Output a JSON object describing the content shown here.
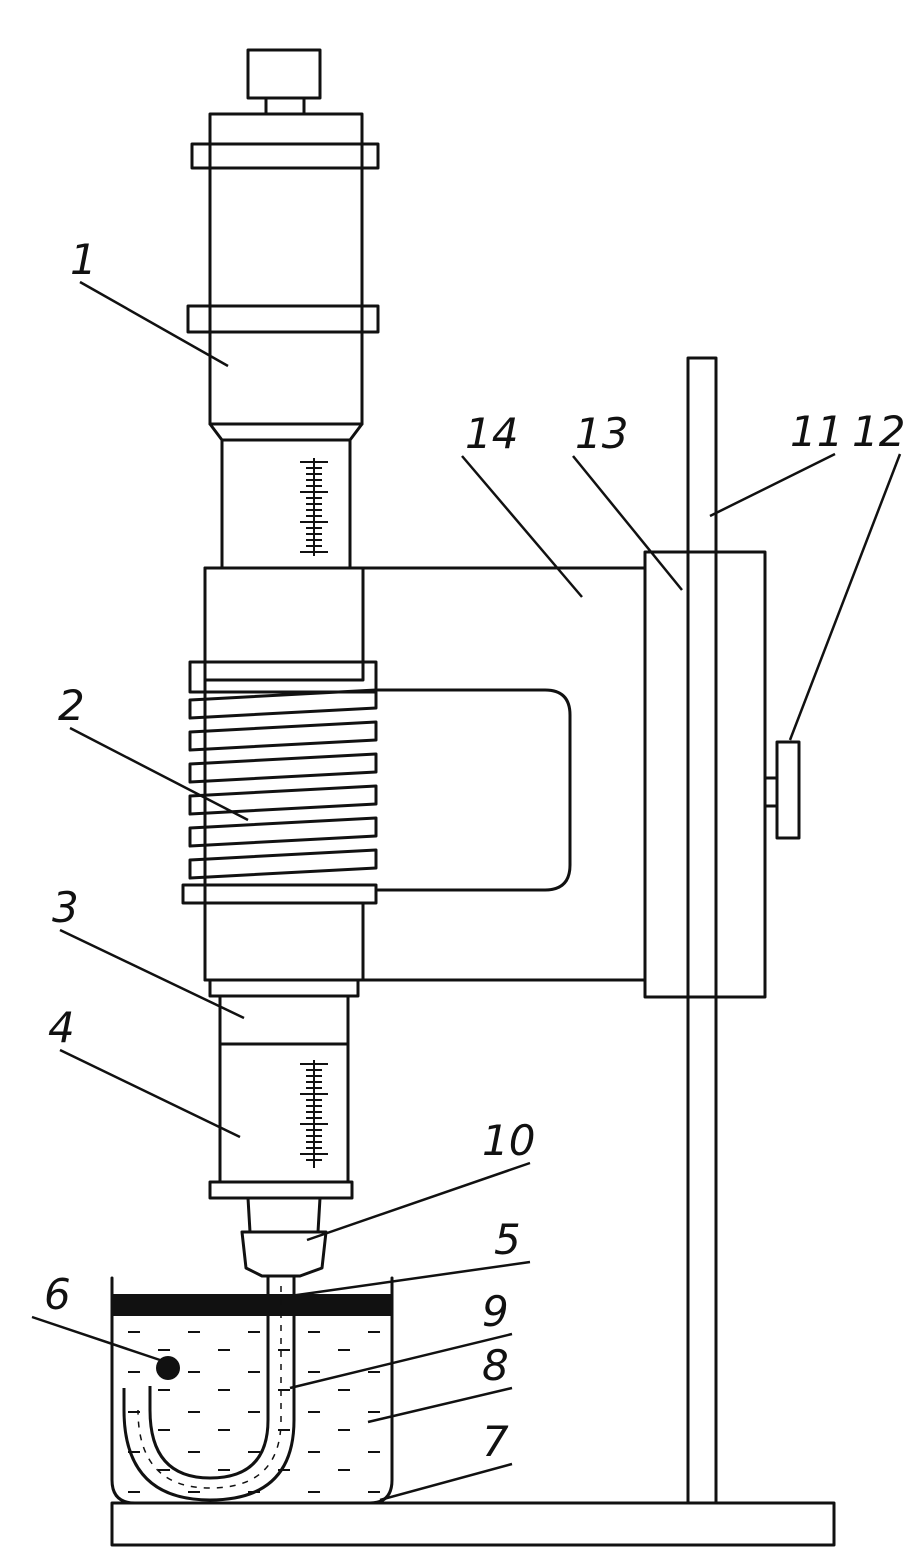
{
  "labels": {
    "l1": "1",
    "l2": "2",
    "l3": "3",
    "l4": "4",
    "l5": "5",
    "l6": "6",
    "l7": "7",
    "l8": "8",
    "l9": "9",
    "l10": "10",
    "l11": "11",
    "l12": "12",
    "l13": "13",
    "l14": "14"
  },
  "colors": {
    "ink": "#111111",
    "paper": "#ffffff"
  }
}
